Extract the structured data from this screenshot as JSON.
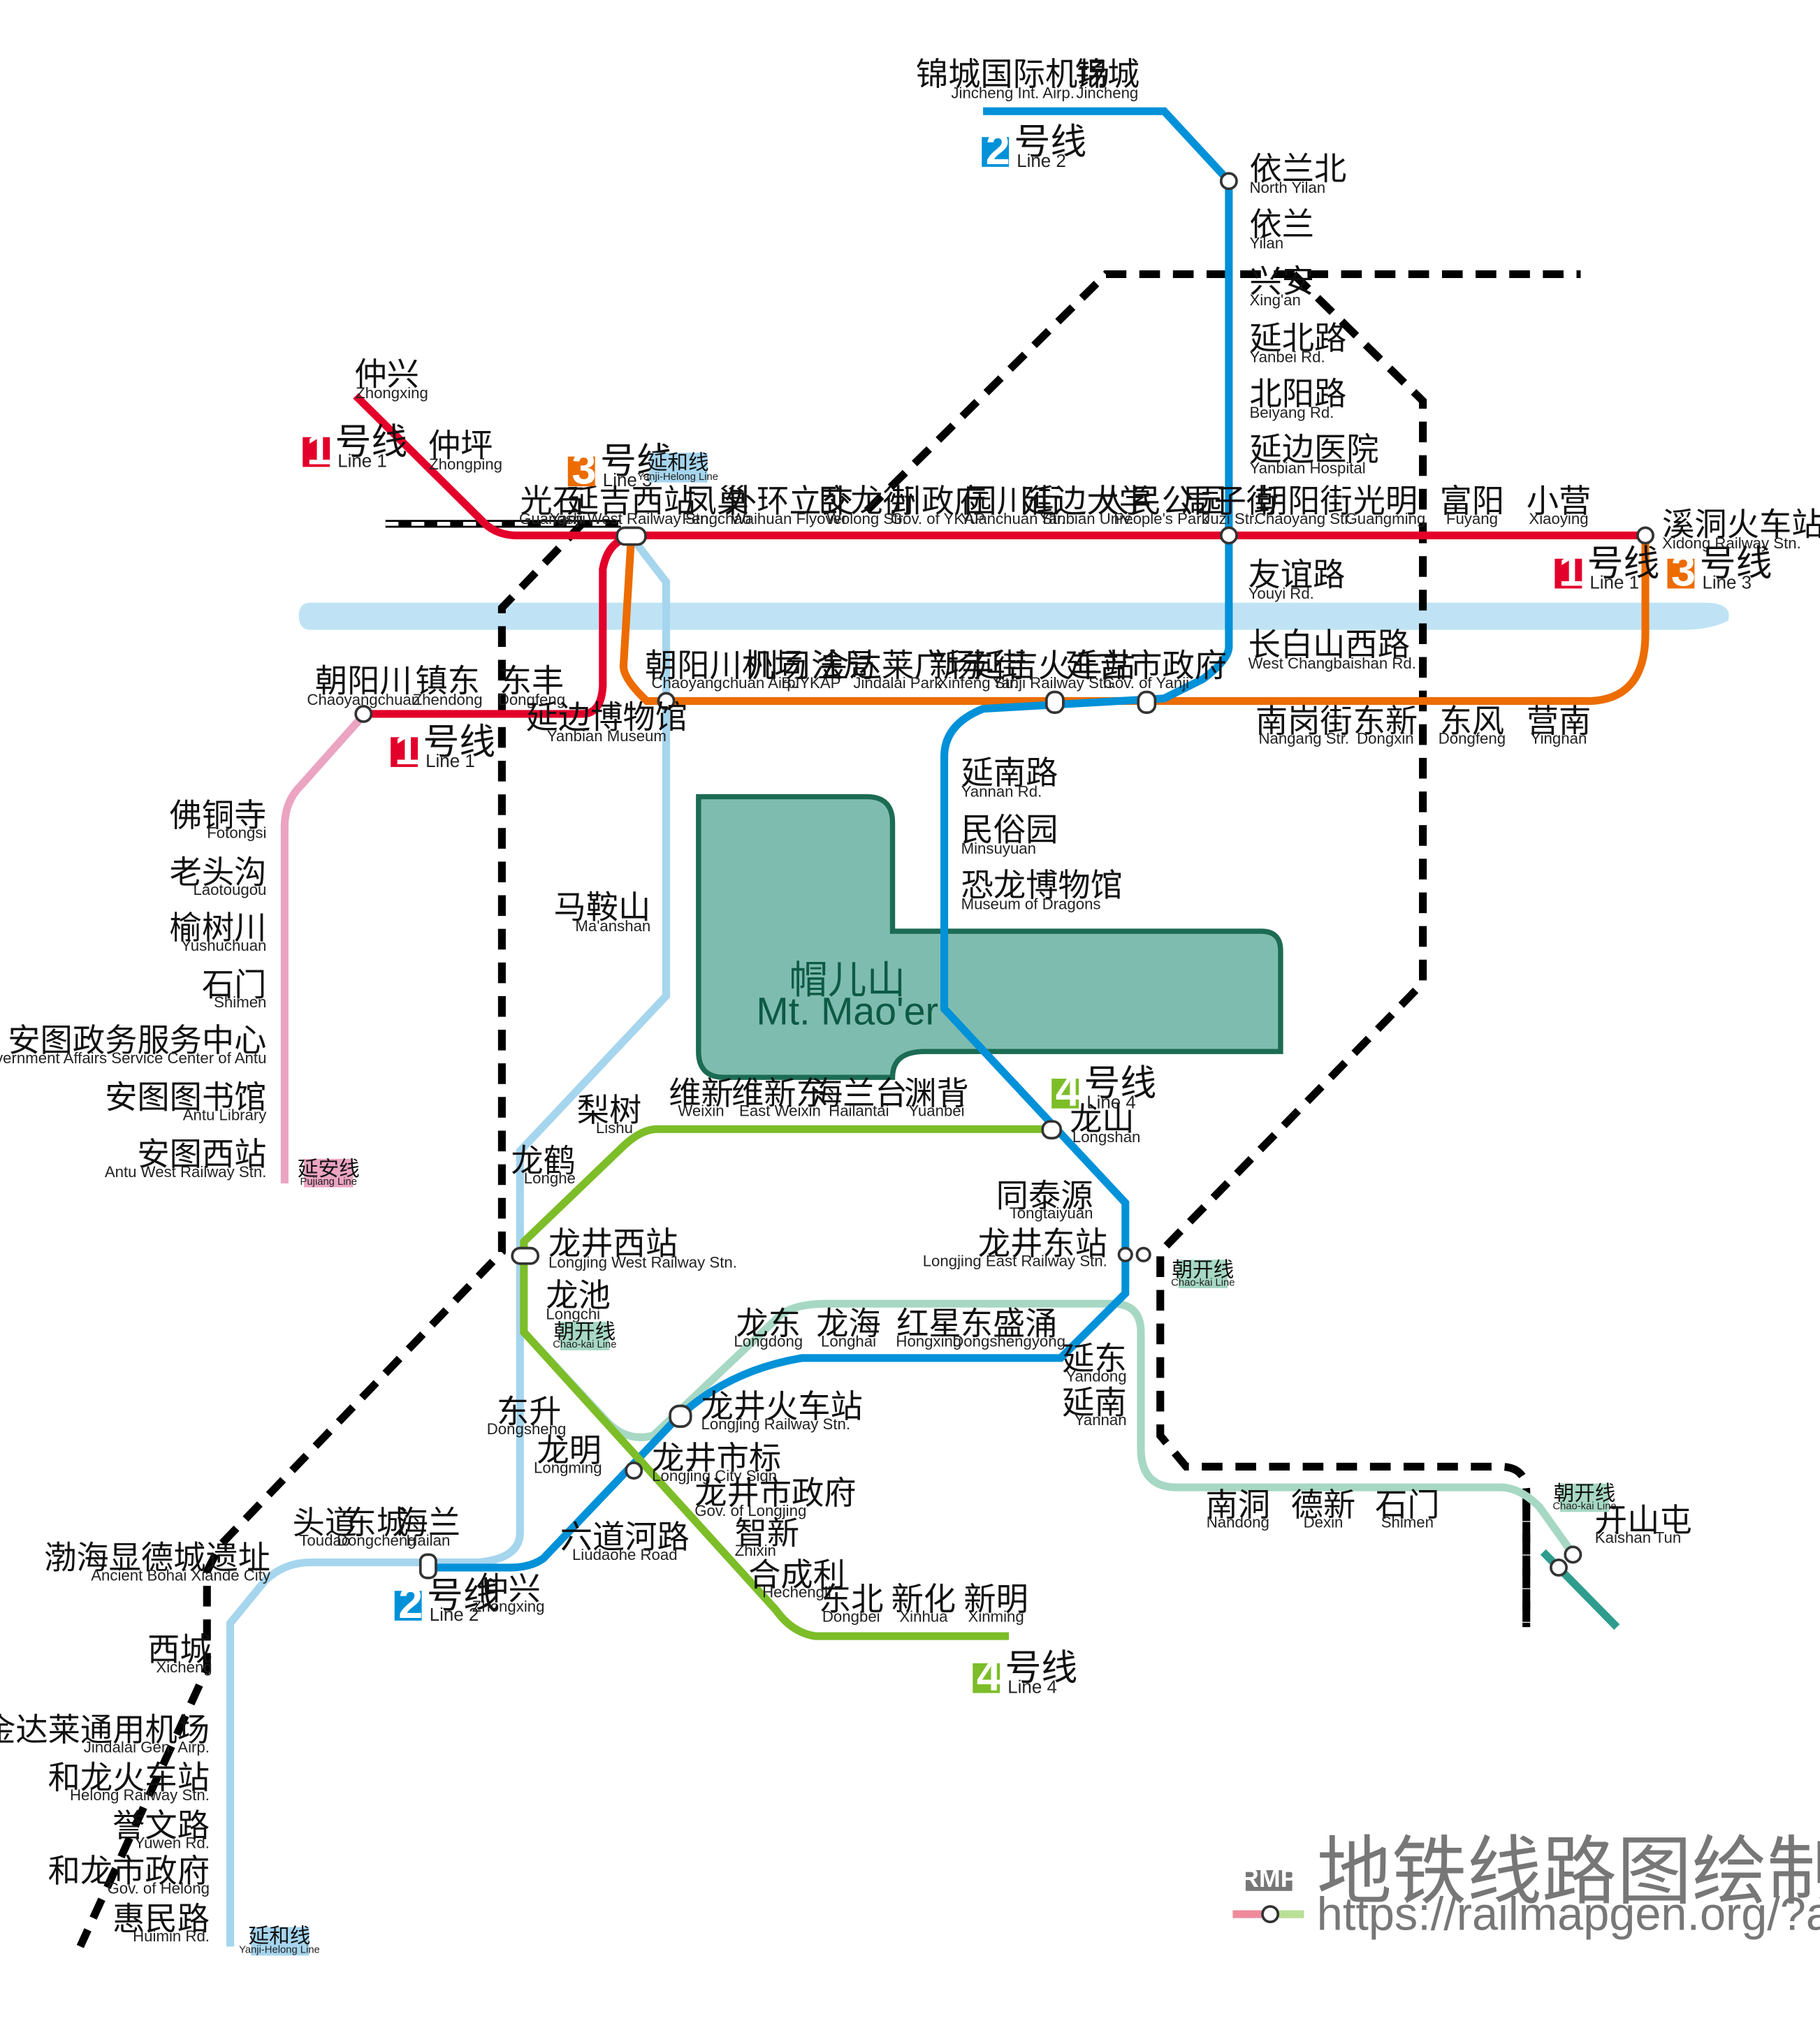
{
  "colors": {
    "line1": "#e3002b",
    "line2": "#0091d8",
    "line3": "#ec6c00",
    "line4": "#7cbd28",
    "yanhe": "#a6d5ee",
    "yanan": "#eba4c2",
    "chaokai": "#a6d8c4",
    "kaishan": "#2e9d8e",
    "river": "#bfe3f5",
    "mountain": "#7fbcb0",
    "mountain_border": "#1c6b53",
    "rail": "#000000"
  },
  "lines": {
    "line1": {
      "num": "1",
      "zh": "号线",
      "en": "Line 1"
    },
    "line2": {
      "num": "2",
      "zh": "号线",
      "en": "Line 2"
    },
    "line3": {
      "num": "3",
      "zh": "号线",
      "en": "Line 3"
    },
    "line4": {
      "num": "4",
      "zh": "号线",
      "en": "Line 4"
    }
  },
  "tags": {
    "yanhe": {
      "zh": "延和线",
      "en": "Yanji-Helong Line"
    },
    "yanan": {
      "zh": "延安线",
      "en": "Pujiang Line"
    },
    "chaokai": {
      "zh": "朝开线",
      "en": "Chao-kai Line"
    }
  },
  "mountain": {
    "zh": "帽儿山",
    "en": "Mt. Mao'er"
  },
  "watermark": {
    "badge": "RMP",
    "title": "地铁线路图绘制器",
    "url": "https://railmapgen.org/?app=rmp"
  },
  "stations": {
    "jinchengairp": {
      "zh": "锦城国际机场",
      "en": "Jincheng Int. Airp."
    },
    "jincheng": {
      "zh": "锦城",
      "en": "Jincheng"
    },
    "northyilan": {
      "zh": "依兰北",
      "en": "North Yilan"
    },
    "yilan": {
      "zh": "依兰",
      "en": "Yilan"
    },
    "xingan": {
      "zh": "兴安",
      "en": "Xing'an"
    },
    "yanbei": {
      "zh": "延北路",
      "en": "Yanbei Rd."
    },
    "beiyang": {
      "zh": "北阳路",
      "en": "Beiyang Rd."
    },
    "ybhosp": {
      "zh": "延边医院",
      "en": "Yanbian Hospital"
    },
    "zhongxing1": {
      "zh": "仲兴",
      "en": "Zhongxing"
    },
    "zhongping": {
      "zh": "仲坪",
      "en": "Zhongping"
    },
    "guangshi": {
      "zh": "光石",
      "en": "Guangshi"
    },
    "yjwest": {
      "zh": "延吉西站",
      "en": "Yanji West Railway Stn."
    },
    "fengchao": {
      "zh": "凤巢",
      "en": "Fengchao"
    },
    "waihuan": {
      "zh": "外环立交",
      "en": "Waihuan Flyover"
    },
    "wolong": {
      "zh": "卧龙街",
      "en": "Wolong Str."
    },
    "ykap": {
      "zh": "州政府",
      "en": "Gov. of YKAP"
    },
    "yuanchuan": {
      "zh": "园川街",
      "en": "Yuanchuan Str."
    },
    "ybuniv": {
      "zh": "延边大学",
      "en": "Yanbian Univ."
    },
    "peoplespark": {
      "zh": "人民公园",
      "en": "People's Park"
    },
    "juzi": {
      "zh": "局子街",
      "en": "Juzi Str."
    },
    "chaoyang": {
      "zh": "朝阳街",
      "en": "Chaoyang Str."
    },
    "guangming": {
      "zh": "光明",
      "en": "Guangming"
    },
    "fuyang": {
      "zh": "富阳",
      "en": "Fuyang"
    },
    "xiaoying": {
      "zh": "小营",
      "en": "Xiaoying"
    },
    "xidong": {
      "zh": "溪洞火车站",
      "en": "Xidong Railway Stn."
    },
    "youyi": {
      "zh": "友谊路",
      "en": "Youyi Rd."
    },
    "changbaishan": {
      "zh": "长白山西路",
      "en": "West Changbaishan Rd."
    },
    "chaoyangchuan": {
      "zh": "朝阳川",
      "en": "Chaoyangchuan"
    },
    "zhendong": {
      "zh": "镇东",
      "en": "Zhendong"
    },
    "dongfeng1": {
      "zh": "东丰",
      "en": "Dongfeng"
    },
    "ybmuseum": {
      "zh": "延边博物馆",
      "en": "Yanbian Museum"
    },
    "cycairp": {
      "zh": "朝阳川机场",
      "en": "Chaoyangchuan Airp."
    },
    "bjykap": {
      "zh": "州司法局",
      "en": "BJYKAP"
    },
    "jindalaipark": {
      "zh": "金达莱广场",
      "en": "Jindalai Park"
    },
    "xinfeng": {
      "zh": "新丰街",
      "en": "Xinfeng Str."
    },
    "yanjistn": {
      "zh": "延吉火车站",
      "en": "Yanji Railway Stn."
    },
    "govyanji": {
      "zh": "延吉市政府",
      "en": "Gov. of Yanji"
    },
    "nangang": {
      "zh": "南岗街",
      "en": "Nangang Str."
    },
    "dongxin": {
      "zh": "东新",
      "en": "Dongxin"
    },
    "dongfeng3": {
      "zh": "东风",
      "en": "Dongfeng"
    },
    "yingnan": {
      "zh": "营南",
      "en": "Yingnan"
    },
    "yannan": {
      "zh": "延南路",
      "en": "Yannan Rd."
    },
    "minsuyuan": {
      "zh": "民俗园",
      "en": "Minsuyuan"
    },
    "dragons": {
      "zh": "恐龙博物馆",
      "en": "Museum of Dragons"
    },
    "maanshan": {
      "zh": "马鞍山",
      "en": "Ma'anshan"
    },
    "fotongsi": {
      "zh": "佛铜寺",
      "en": "Fotongsi"
    },
    "laotougou": {
      "zh": "老头沟",
      "en": "Laotougou"
    },
    "yushuchuan": {
      "zh": "榆树川",
      "en": "Yushuchuan"
    },
    "shimen1": {
      "zh": "石门",
      "en": "Shimen"
    },
    "antugov": {
      "zh": "安图政务服务中心",
      "en": "Government Affairs Service Center of Antu"
    },
    "antulib": {
      "zh": "安图图书馆",
      "en": "Antu Library"
    },
    "antuwest": {
      "zh": "安图西站",
      "en": "Antu West Railway Stn."
    },
    "lishu": {
      "zh": "梨树",
      "en": "Lishu"
    },
    "weixin": {
      "zh": "维新",
      "en": "Weixin"
    },
    "eastweixin": {
      "zh": "维新东",
      "en": "East Weixin"
    },
    "hailantai": {
      "zh": "海兰台",
      "en": "Hailantai"
    },
    "yuanbei": {
      "zh": "渊背",
      "en": "Yuanbei"
    },
    "longshan": {
      "zh": "龙山",
      "en": "Longshan"
    },
    "longhe": {
      "zh": "龙鹤",
      "en": "Longhe"
    },
    "ljwest": {
      "zh": "龙井西站",
      "en": "Longjing West Railway Stn."
    },
    "longchi": {
      "zh": "龙池",
      "en": "Longchi"
    },
    "tongtaiyuan": {
      "zh": "同泰源",
      "en": "Tongtaiyuan"
    },
    "ljeast": {
      "zh": "龙井东站",
      "en": "Longjing East Railway Stn."
    },
    "longdong": {
      "zh": "龙东",
      "en": "Longdong"
    },
    "longhai": {
      "zh": "龙海",
      "en": "Longhai"
    },
    "hongxing": {
      "zh": "红星",
      "en": "Hongxing"
    },
    "dongshengyong": {
      "zh": "东盛涌",
      "en": "Dongshengyong"
    },
    "yandong": {
      "zh": "延东",
      "en": "Yandong"
    },
    "yannan2": {
      "zh": "延南",
      "en": "Yannan"
    },
    "ljstn": {
      "zh": "龙井火车站",
      "en": "Longjing Railway Stn."
    },
    "dongsheng": {
      "zh": "东升",
      "en": "Dongsheng"
    },
    "longming": {
      "zh": "龙明",
      "en": "Longming"
    },
    "ljcitysign": {
      "zh": "龙井市标",
      "en": "Longjing City Sign"
    },
    "govlongjing": {
      "zh": "龙井市政府",
      "en": "Gov. of Longjing"
    },
    "zhixin": {
      "zh": "智新",
      "en": "Zhixin"
    },
    "liudaohe": {
      "zh": "六道河路",
      "en": "Liudaohe Road"
    },
    "hechengli": {
      "zh": "合成利",
      "en": "Hechengli"
    },
    "dongbei": {
      "zh": "东北",
      "en": "Dongbei"
    },
    "xinhua": {
      "zh": "新化",
      "en": "Xinhua"
    },
    "xinming": {
      "zh": "新明",
      "en": "Xinming"
    },
    "nandong": {
      "zh": "南洞",
      "en": "Nandong"
    },
    "dexin": {
      "zh": "德新",
      "en": "Dexin"
    },
    "shimen2": {
      "zh": "石门",
      "en": "Shimen"
    },
    "kaishantun": {
      "zh": "开山屯",
      "en": "Kaishan Tun"
    },
    "toudao": {
      "zh": "头道",
      "en": "Toudao"
    },
    "dongcheng": {
      "zh": "东城",
      "en": "Dongcheng"
    },
    "hailan": {
      "zh": "海兰",
      "en": "Hailan"
    },
    "zhongxing2": {
      "zh": "仲兴",
      "en": "Zhongxing"
    },
    "bohai": {
      "zh": "渤海显德城遗址",
      "en": "Ancient Bohai Xiande City"
    },
    "xicheng": {
      "zh": "西城",
      "en": "Xicheng"
    },
    "jindalaiairp": {
      "zh": "金达莱通用机场",
      "en": "Jindalai Gen. Airp."
    },
    "helongstn": {
      "zh": "和龙火车站",
      "en": "Helong Railway Stn."
    },
    "yuwen": {
      "zh": "誉文路",
      "en": "Yuwen Rd."
    },
    "govhelong": {
      "zh": "和龙市政府",
      "en": "Gov. of Helong"
    },
    "huimin": {
      "zh": "惠民路",
      "en": "Huimin Rd."
    }
  }
}
